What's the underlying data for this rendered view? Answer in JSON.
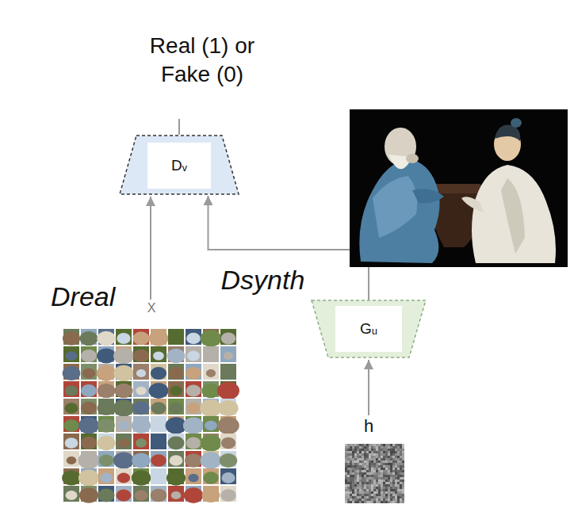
{
  "diagram": {
    "nodes": [
      {
        "text": [
          "Dᵥ"
        ]
      },
      {
        "text": [
          "Gᵤ"
        ]
      }
    ],
    "edges": [
      {
        "from": 1,
        "to": 0,
        "arrow": "to",
        "label": "Dsynth"
      }
    ],
    "labels": [
      "Real (1) or Fake (0)",
      "X",
      "Dreal",
      "h"
    ]
  }
}
